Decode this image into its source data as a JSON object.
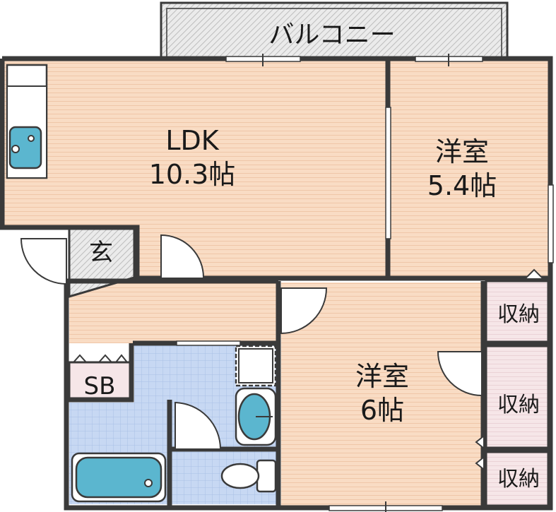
{
  "plan": {
    "balcony": "バルコニー",
    "ldk": {
      "name": "LDK",
      "size": "10.3帖"
    },
    "western_room_1": {
      "name": "洋室",
      "size": "5.4帖"
    },
    "western_room_2": {
      "name": "洋室",
      "size": "6帖"
    },
    "entrance": "玄",
    "shoe_box": "SB",
    "storage_1": "収納",
    "storage_2": "収納",
    "storage_3": "収納"
  },
  "colors": {
    "floor": "#f9dcc4",
    "wall": "#3a3a3a",
    "wet_tile": "#c7d8f3",
    "fixture": "#5bb6cf",
    "closet": "#f6e6e8",
    "hatch": "#d9d9d9"
  }
}
